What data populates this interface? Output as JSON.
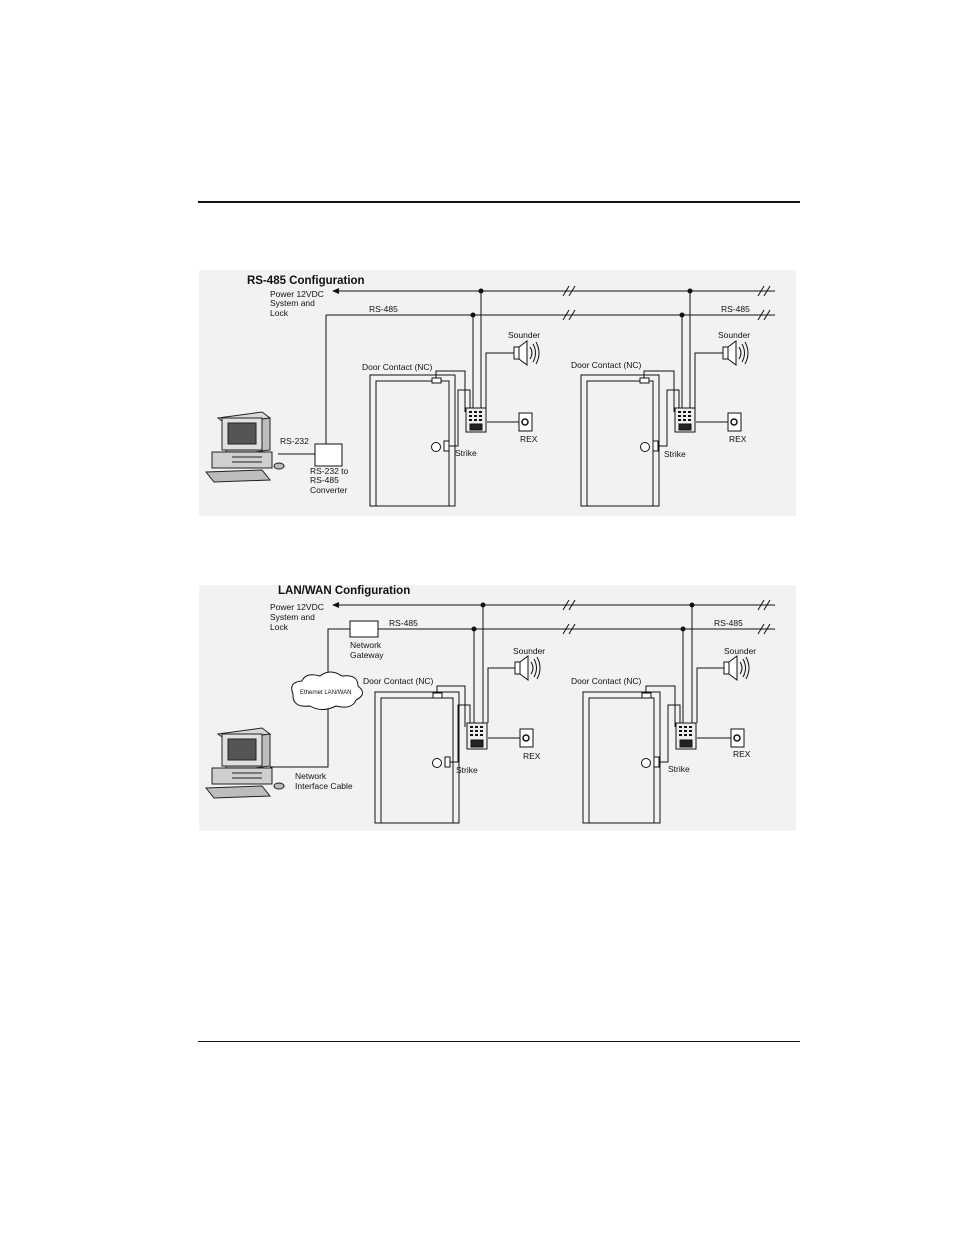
{
  "diagrams": [
    {
      "title": "RS-485 Configuration",
      "power_label": [
        "Power 12VDC",
        "System and",
        "Lock"
      ],
      "bus_label_left": "RS-485",
      "bus_label_right": "RS-485",
      "link_label": "RS-232",
      "converter_label": [
        "RS-232 to",
        "RS-485",
        "Converter"
      ],
      "doors": [
        {
          "contact": "Door Contact (NC)",
          "strike": "Strike",
          "sounder": "Sounder",
          "rex": "REX"
        },
        {
          "contact": "Door Contact (NC)",
          "strike": "Strike",
          "sounder": "Sounder",
          "rex": "REX"
        }
      ]
    },
    {
      "title": "LAN/WAN Configuration",
      "power_label": [
        "Power 12VDC",
        "System and",
        "Lock"
      ],
      "bus_label_left": "RS-485",
      "bus_label_right": "RS-485",
      "gateway_label": [
        "Network",
        "Gateway"
      ],
      "cloud_label": "Ethernet LAN/WAN",
      "cable_label": [
        "Network",
        "Interface Cable"
      ],
      "doors": [
        {
          "contact": "Door Contact (NC)",
          "strike": "Strike",
          "sounder": "Sounder",
          "rex": "REX"
        },
        {
          "contact": "Door Contact (NC)",
          "strike": "Strike",
          "sounder": "Sounder",
          "rex": "REX"
        }
      ]
    }
  ]
}
